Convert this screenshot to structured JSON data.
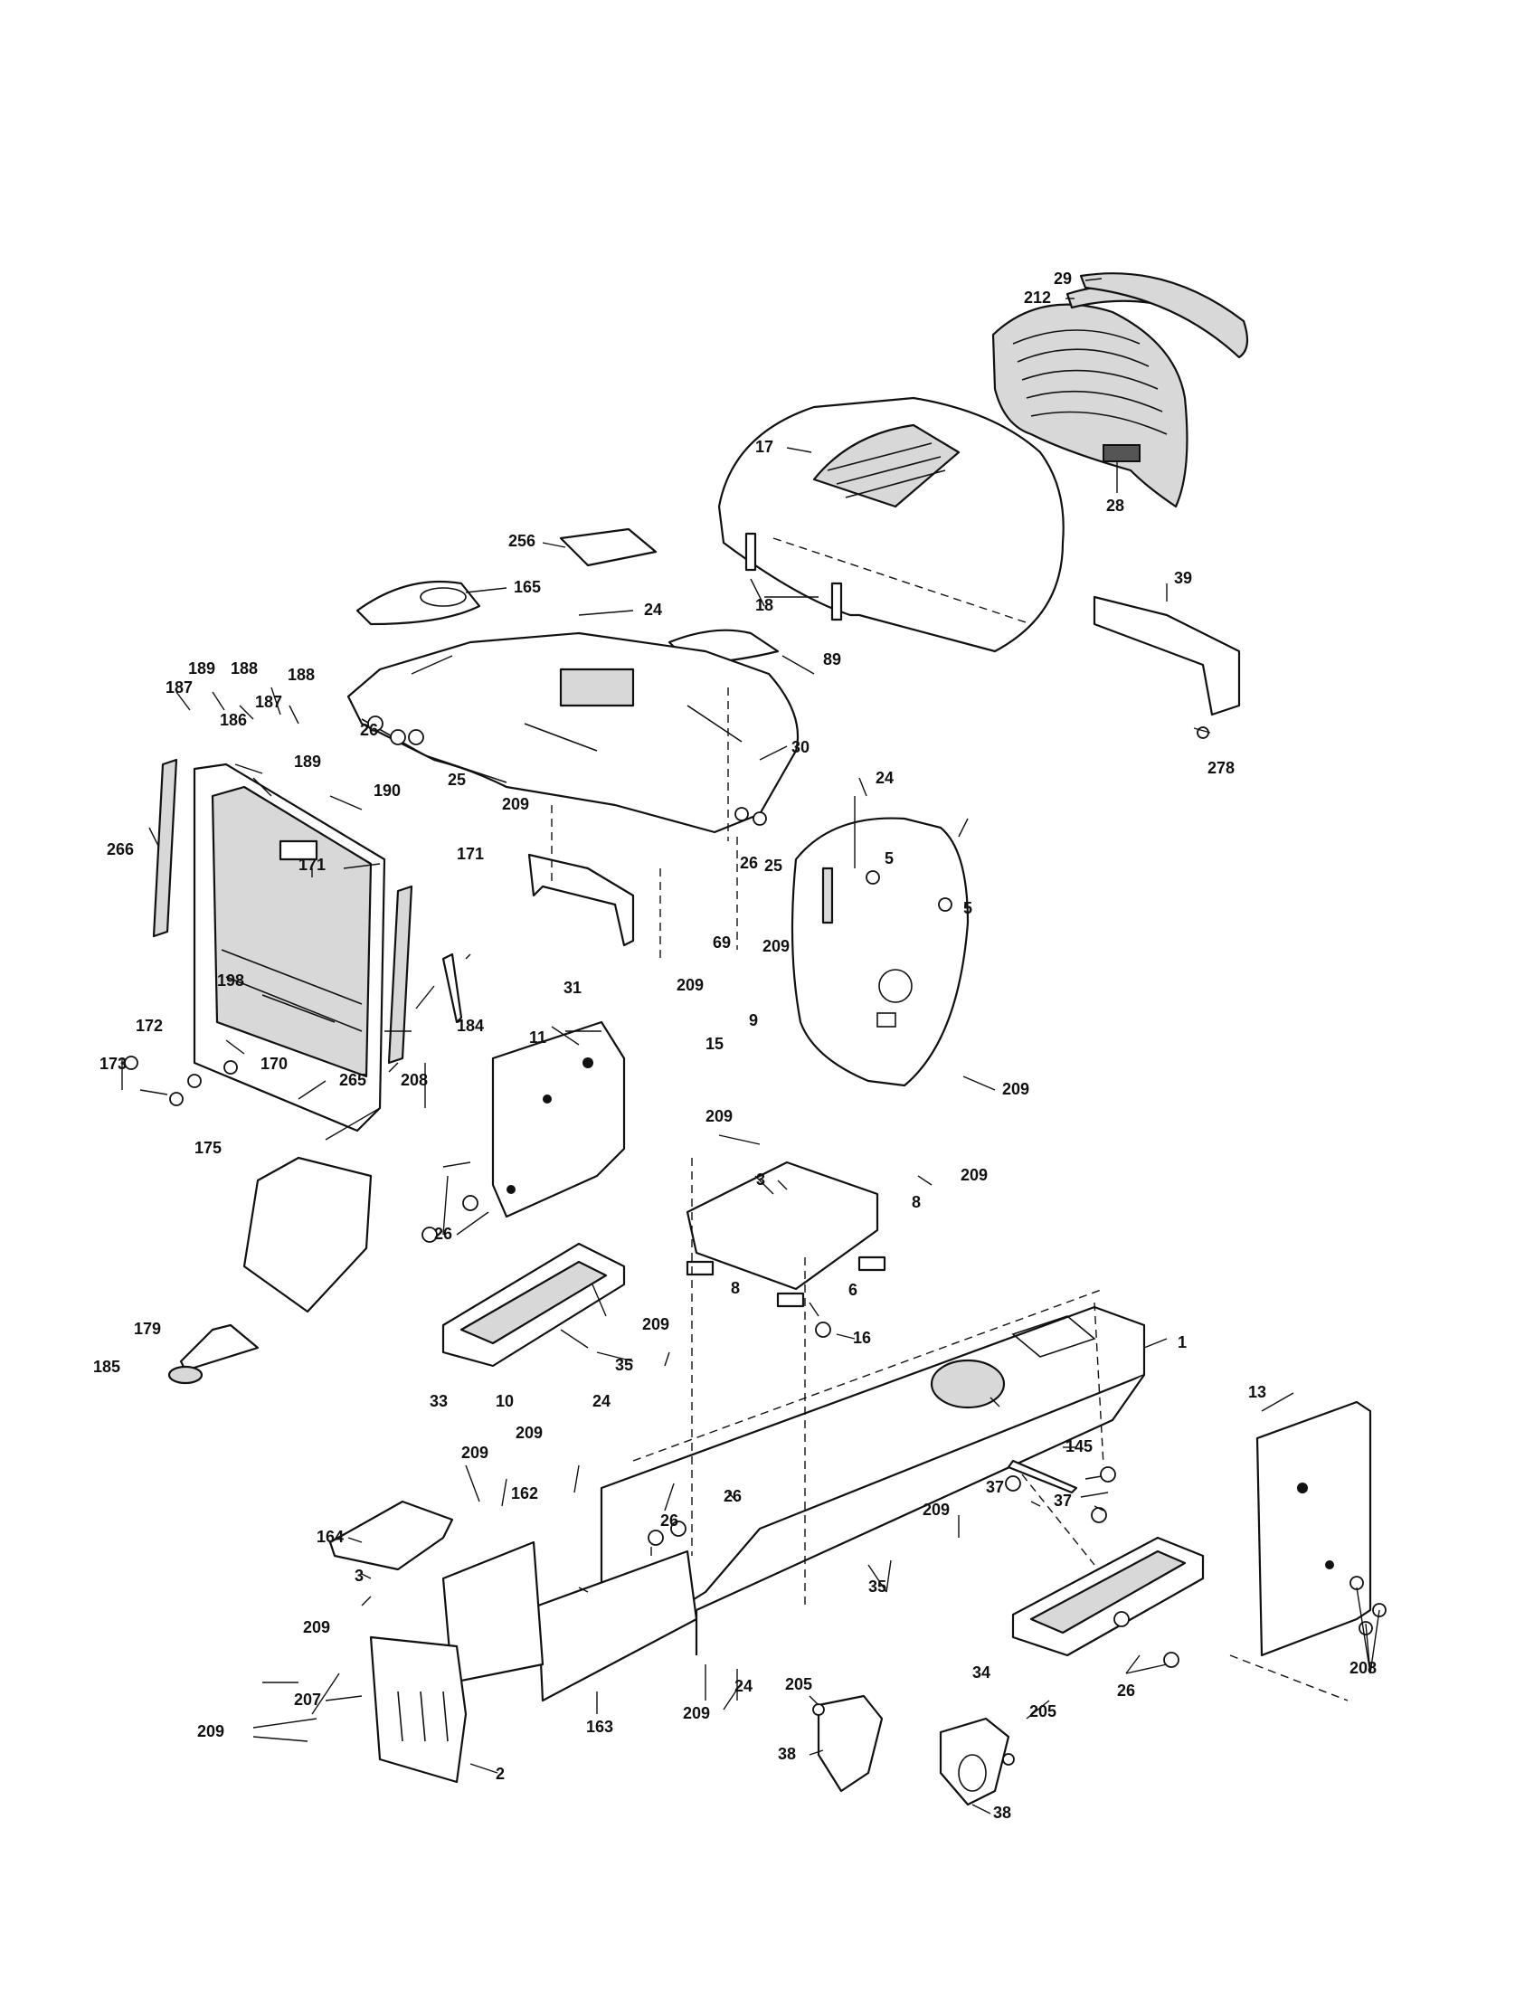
{
  "diagram": {
    "callouts": {
      "c1": "1",
      "c2": "2",
      "c3": "3",
      "c5": "5",
      "c6": "6",
      "c8": "8",
      "c9": "9",
      "c10": "10",
      "c11": "11",
      "c13": "13",
      "c15": "15",
      "c16": "16",
      "c17": "17",
      "c18": "18",
      "c24": "24",
      "c25": "25",
      "c26": "26",
      "c28": "28",
      "c29": "29",
      "c30": "30",
      "c31": "31",
      "c33": "33",
      "c34": "34",
      "c35": "35",
      "c37": "37",
      "c38": "38",
      "c39": "39",
      "c69": "69",
      "c89": "89",
      "c145": "145",
      "c162": "162",
      "c163": "163",
      "c164": "164",
      "c165": "165",
      "c170": "170",
      "c171": "171",
      "c172": "172",
      "c173": "173",
      "c175": "175",
      "c179": "179",
      "c184": "184",
      "c185": "185",
      "c186": "186",
      "c187": "187",
      "c188": "188",
      "c189": "189",
      "c190": "190",
      "c198": "198",
      "c205": "205",
      "c207": "207",
      "c208": "208",
      "c209": "209",
      "c212": "212",
      "c256": "256",
      "c265": "265",
      "c266": "266",
      "c278": "278"
    }
  }
}
